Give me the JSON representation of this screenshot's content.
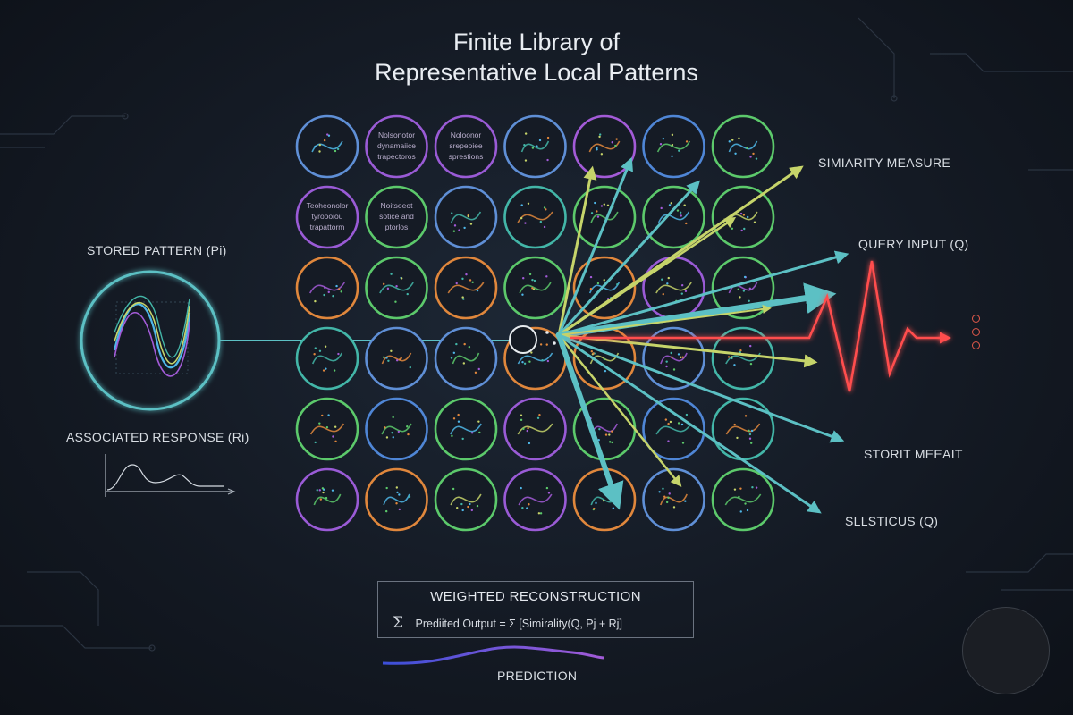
{
  "title_line1": "Finite Library of",
  "title_line2": "Representative Local Patterns",
  "left": {
    "stored_pattern_label": "STORED PATTERN (Pi)",
    "associated_response_label": "ASSOCIATED RESPONSE (Ri)"
  },
  "right": {
    "similarity_measure": "SIMIARITY MEASURE",
    "query_input": "QUERY INPUT (Q)",
    "storit_meeait": "STORIT MEEAIT",
    "sllsticus": "SLLSTICUS (Q)"
  },
  "grid": {
    "rows": 6,
    "cols": 7,
    "cell_texts": [
      {
        "row": 0,
        "col": 1,
        "lines": [
          "Nolsonotor",
          "dynamaiice",
          "trapectoros"
        ]
      },
      {
        "row": 0,
        "col": 2,
        "lines": [
          "Noloonor",
          "srepeoiee",
          "sprestions"
        ]
      },
      {
        "row": 1,
        "col": 0,
        "lines": [
          "Teoheonolor",
          "tyroooiou",
          "trapattorm"
        ]
      },
      {
        "row": 1,
        "col": 1,
        "lines": [
          "Noitsoeot",
          "sotice and",
          "ptorlos"
        ]
      }
    ],
    "ring_colors": [
      [
        "#5f8fd6",
        "#9a5bd6",
        "#9a5bd6",
        "#5f8fd6",
        "#a35bd8",
        "#4f86d6",
        "#5cc96b"
      ],
      [
        "#9a5bd6",
        "#5cc96b",
        "#5f8fd6",
        "#43b6a8",
        "#5cc96b",
        "#5cc96b",
        "#5cc96b"
      ],
      [
        "#e0873c",
        "#5cc96b",
        "#e0873c",
        "#5cc96b",
        "#e0873c",
        "#9a5bd6",
        "#5cc96b"
      ],
      [
        "#43b6a8",
        "#5f8fd6",
        "#5f8fd6",
        "#e0873c",
        "#e0873c",
        "#5f8fd6",
        "#43b6a8"
      ],
      [
        "#5cc96b",
        "#4f86d6",
        "#5cc96b",
        "#9a5bd6",
        "#5cc96b",
        "#4f86d6",
        "#43b6a8"
      ],
      [
        "#9a5bd6",
        "#e0873c",
        "#5cc96b",
        "#9a5bd6",
        "#e0873c",
        "#5f8fd6",
        "#5cc96b"
      ]
    ]
  },
  "reconstruction": {
    "title": "WEIGHTED RECONSTRUCTION",
    "sigma": "Σ",
    "formula": "Prediited Output = Σ [Simirality(Q, Pj + Rj]"
  },
  "prediction_label": "PREDICTION",
  "colors": {
    "background": "#141a24",
    "teal": "#5cc0c4",
    "yellow_green": "#c6d46a",
    "signal_red": "#ff4d4d"
  },
  "icons": {
    "assistant": "sparkle-icon",
    "menu": "vertical-dots-icon"
  }
}
